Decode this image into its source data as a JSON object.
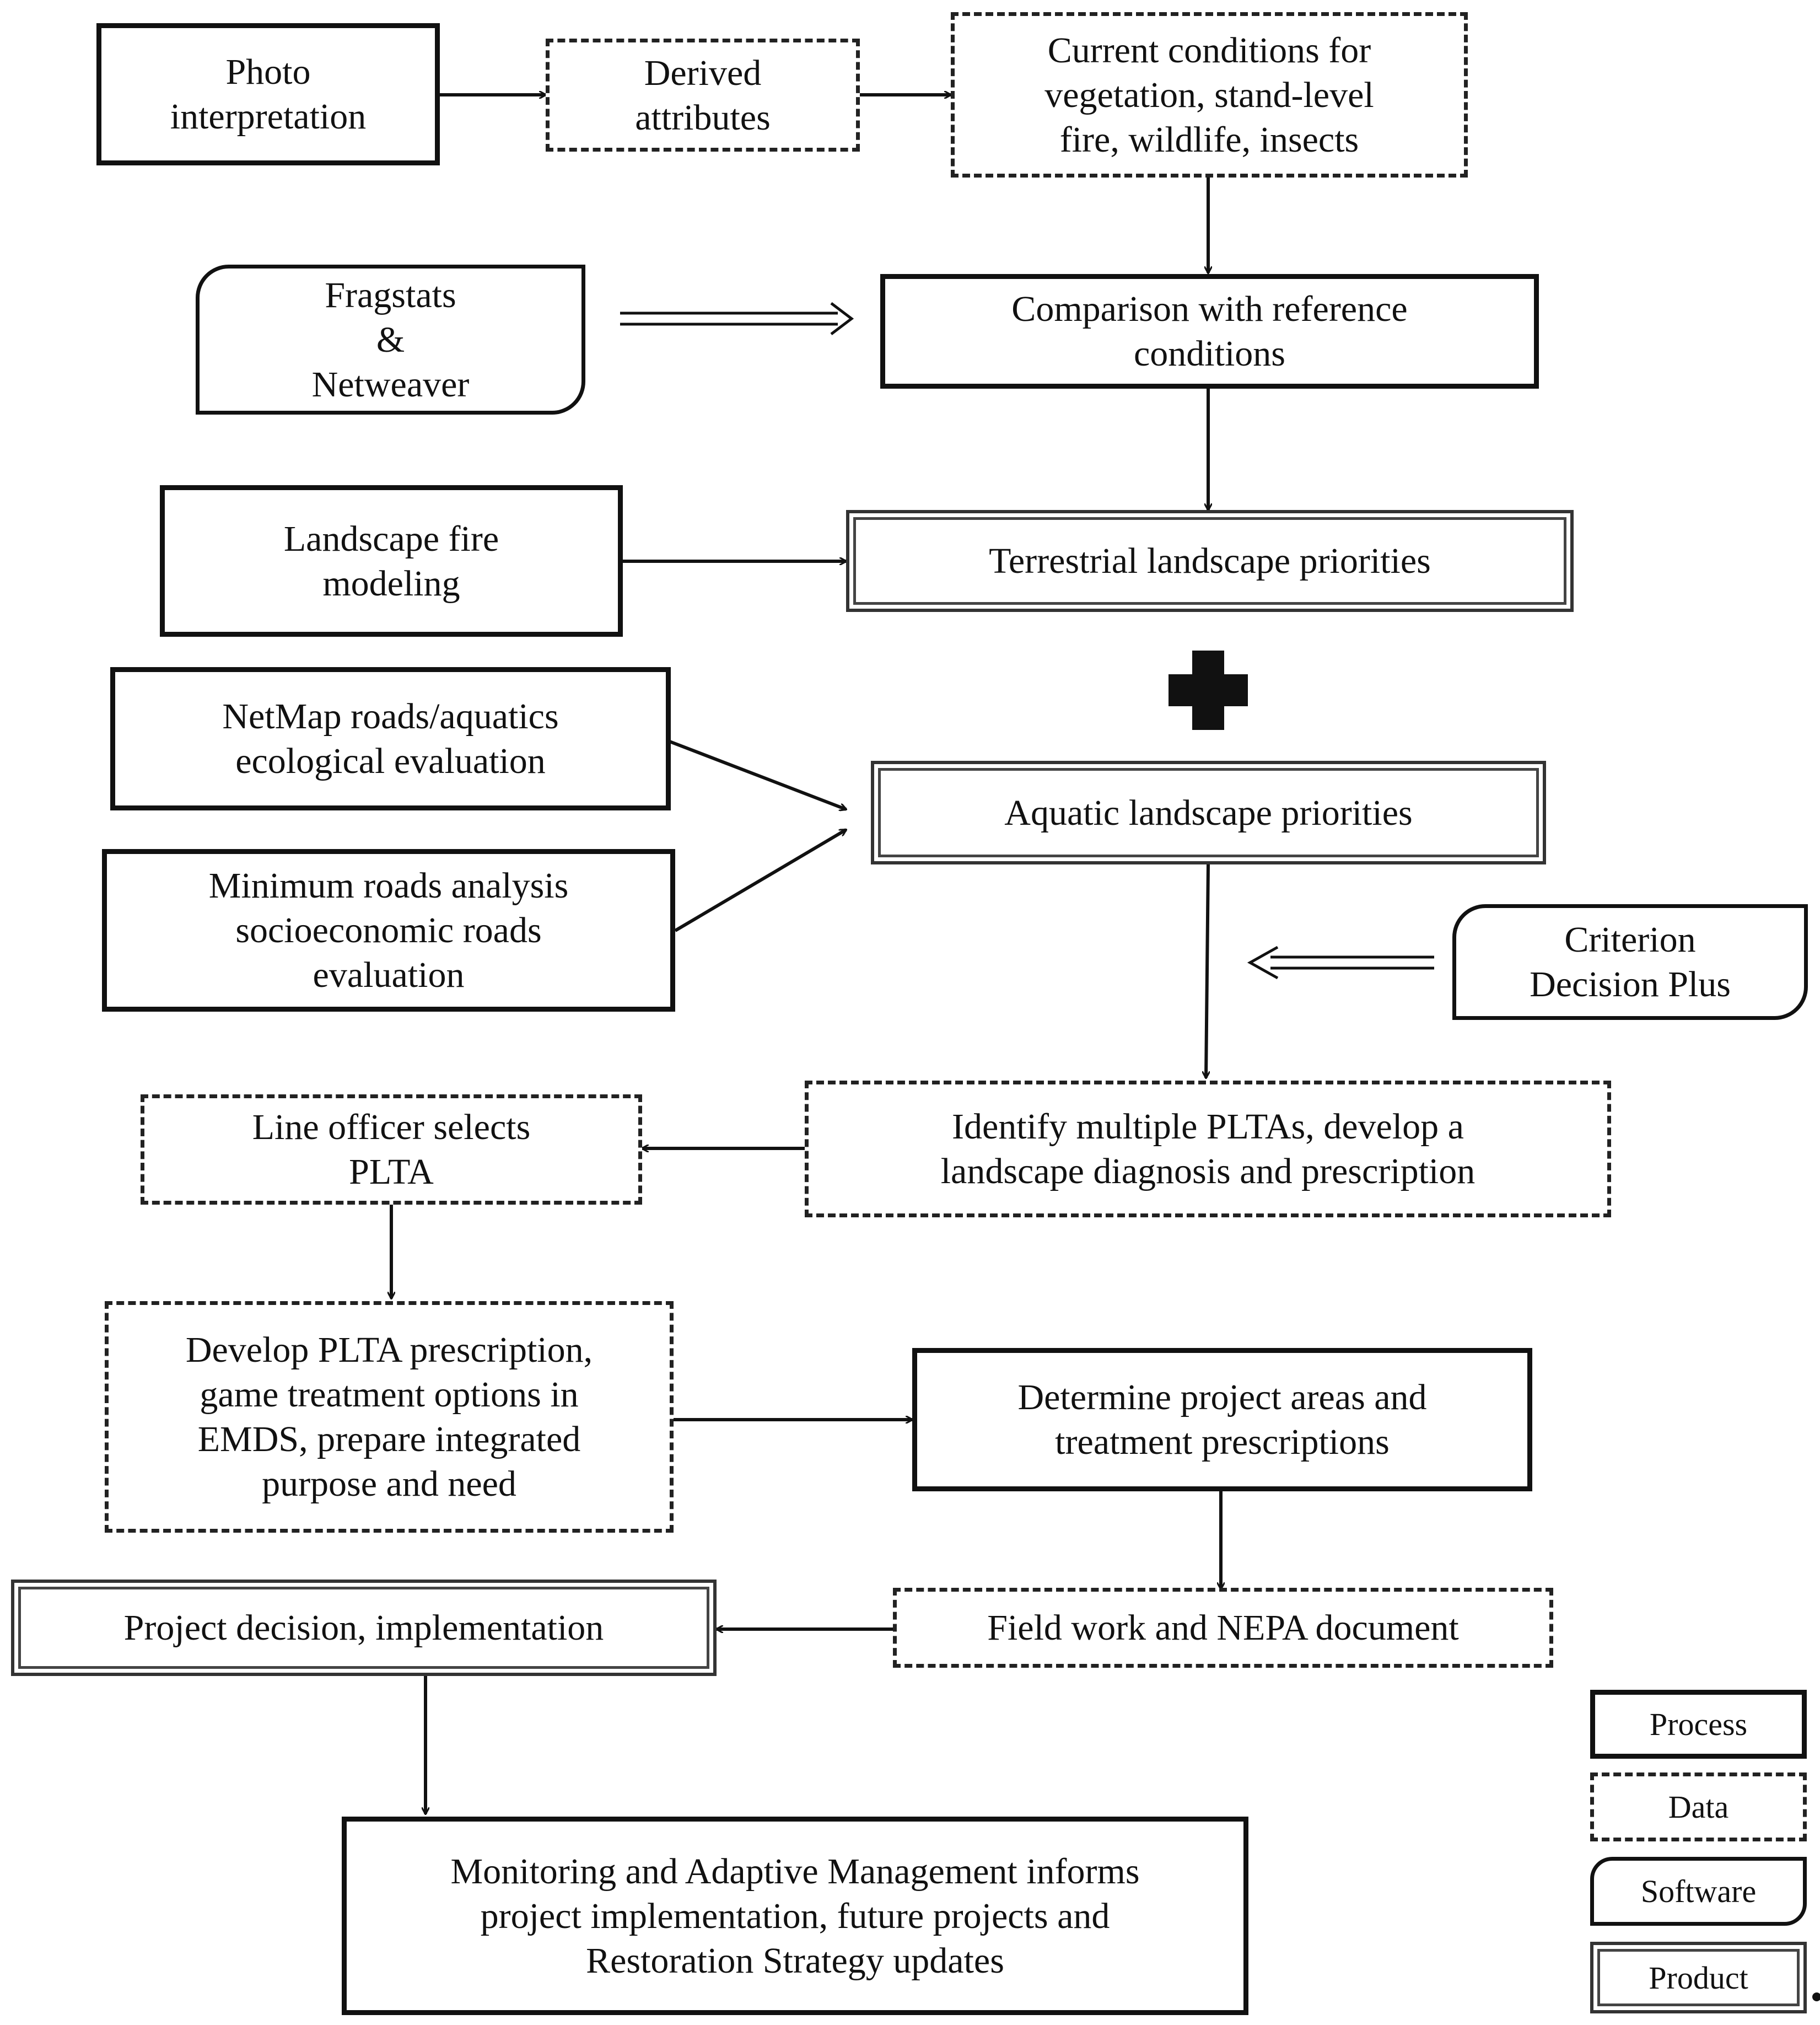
{
  "nodes": {
    "photo": "Photo\ninterpretation",
    "derived": "Derived\nattributes",
    "current": "Current conditions for\nvegetation, stand-level\nfire, wildlife, insects",
    "fragstats": "Fragstats\n&\nNetweaver",
    "comparison": "Comparison with reference\nconditions",
    "fire_model": "Landscape fire\nmodeling",
    "terrestrial": "Terrestrial  landscape priorities",
    "netmap": "NetMap roads/aquatics\necological evaluation",
    "min_roads": "Minimum roads analysis\nsocioeconomic roads\nevaluation",
    "aquatic": "Aquatic landscape priorities",
    "criterion": "Criterion\nDecision Plus",
    "identify": "Identify multiple PLTAs, develop a\nlandscape diagnosis and prescription",
    "line_officer": "Line officer selects\nPLTA",
    "develop": "Develop PLTA prescription,\ngame treatment options in\nEMDS, prepare integrated\npurpose and need",
    "determine": "Determine project areas and\ntreatment prescriptions",
    "field": "Field  work and NEPA document",
    "decision": "Project decision, implementation",
    "monitoring": "Monitoring and Adaptive Management informs\nproject implementation, future projects and\nRestoration Strategy updates"
  },
  "legend": {
    "process": "Process",
    "data": "Data",
    "software": "Software",
    "product": "Product"
  }
}
